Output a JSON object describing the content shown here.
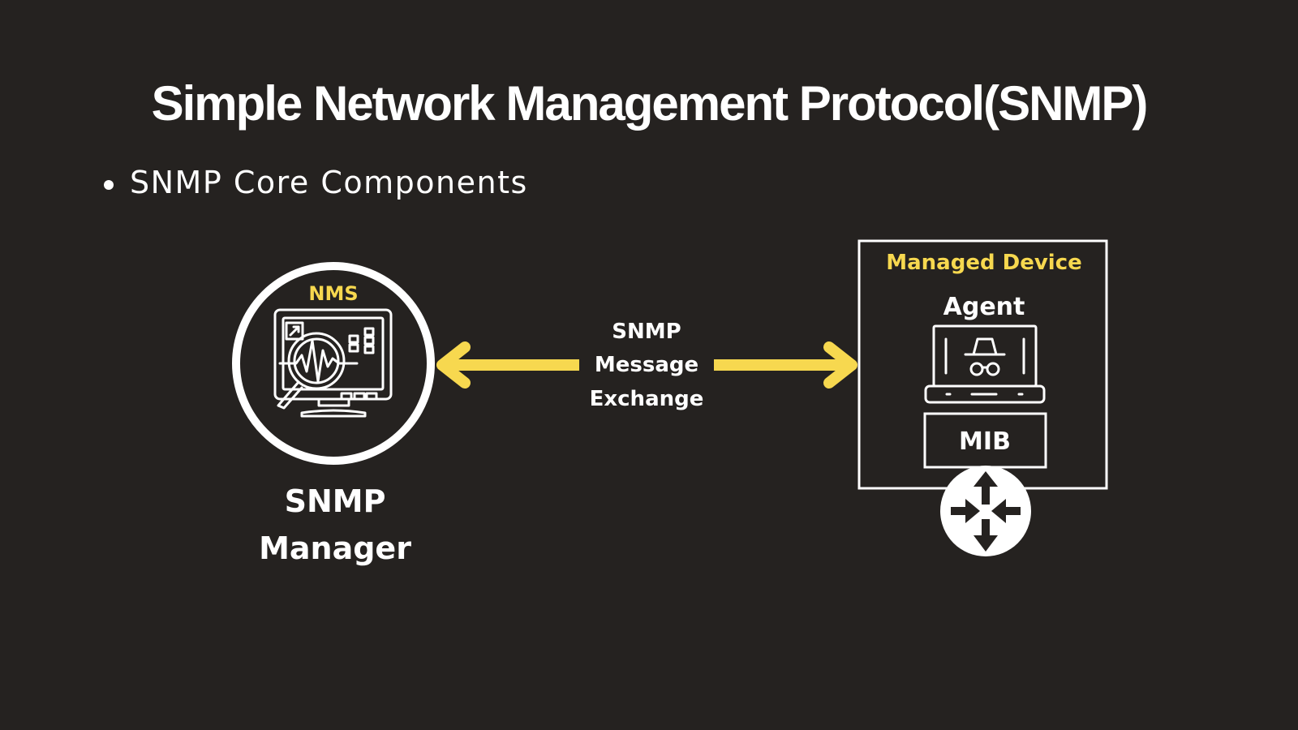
{
  "title": "Simple Network Management Protocol(SNMP)",
  "bullet": {
    "text": "SNMP Core Components"
  },
  "manager": {
    "badge": "NMS",
    "label_line1": "SNMP",
    "label_line2": "Manager",
    "icon": "monitor-analytics-icon"
  },
  "exchange": {
    "line1": "SNMP",
    "line2": "Message",
    "line3": "Exchange"
  },
  "device": {
    "header": "Managed Device",
    "agent_label": "Agent",
    "agent_icon": "laptop-spy-icon",
    "mib_label": "MIB",
    "router_icon": "router-icon"
  },
  "colors": {
    "background": "#252220",
    "accent": "#f7d84f",
    "foreground": "#ffffff"
  }
}
